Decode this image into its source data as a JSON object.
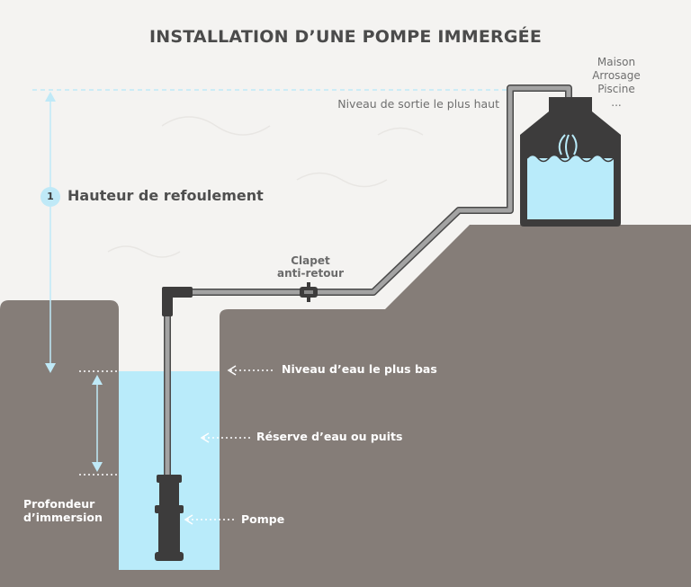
{
  "title": "INSTALLATION D’UNE POMPE IMMERGÉE",
  "destinations": [
    "Maison",
    "Arrosage",
    "Piscine",
    "..."
  ],
  "labels": {
    "outlet_level": "Niveau de sortie le plus haut",
    "head_number": "1",
    "head": "Hauteur de refoulement",
    "check_valve_line1": "Clapet",
    "check_valve_line2": "anti-retour",
    "lowest_water": "Niveau d’eau le plus bas",
    "reservoir": "Réserve d’eau ou puits",
    "pump": "Pompe",
    "depth_line1": "Profondeur",
    "depth_line2": "d’immersion"
  },
  "colors": {
    "ground": "#857d78",
    "water": "#b9ebfa",
    "tank": "#3d3c3c",
    "pipe": "#9a9a9a",
    "guide": "#bfe9f7",
    "background": "#f4f3f1"
  }
}
